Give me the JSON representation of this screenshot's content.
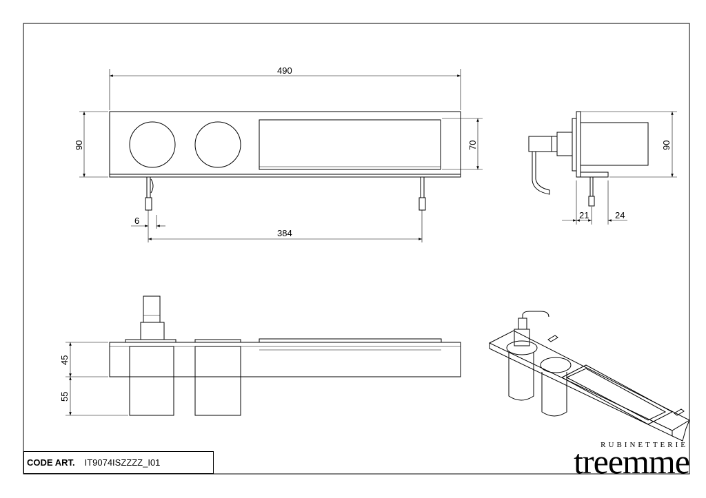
{
  "title_block": {
    "code_label": "CODE ART.",
    "code_value": "IT9074ISZZZZ_I01"
  },
  "logo": {
    "subtitle": "RUBINETTERIE",
    "brand": "treemme"
  },
  "dimensions": {
    "top_view": {
      "overall_width": "490",
      "height_left": "90",
      "height_right": "70",
      "screw_spacing": "384",
      "screw_offset": "6"
    },
    "side_view": {
      "height": "90",
      "depth_a": "21",
      "depth_b": "24"
    },
    "front_view": {
      "upper": "45",
      "lower": "55"
    }
  }
}
